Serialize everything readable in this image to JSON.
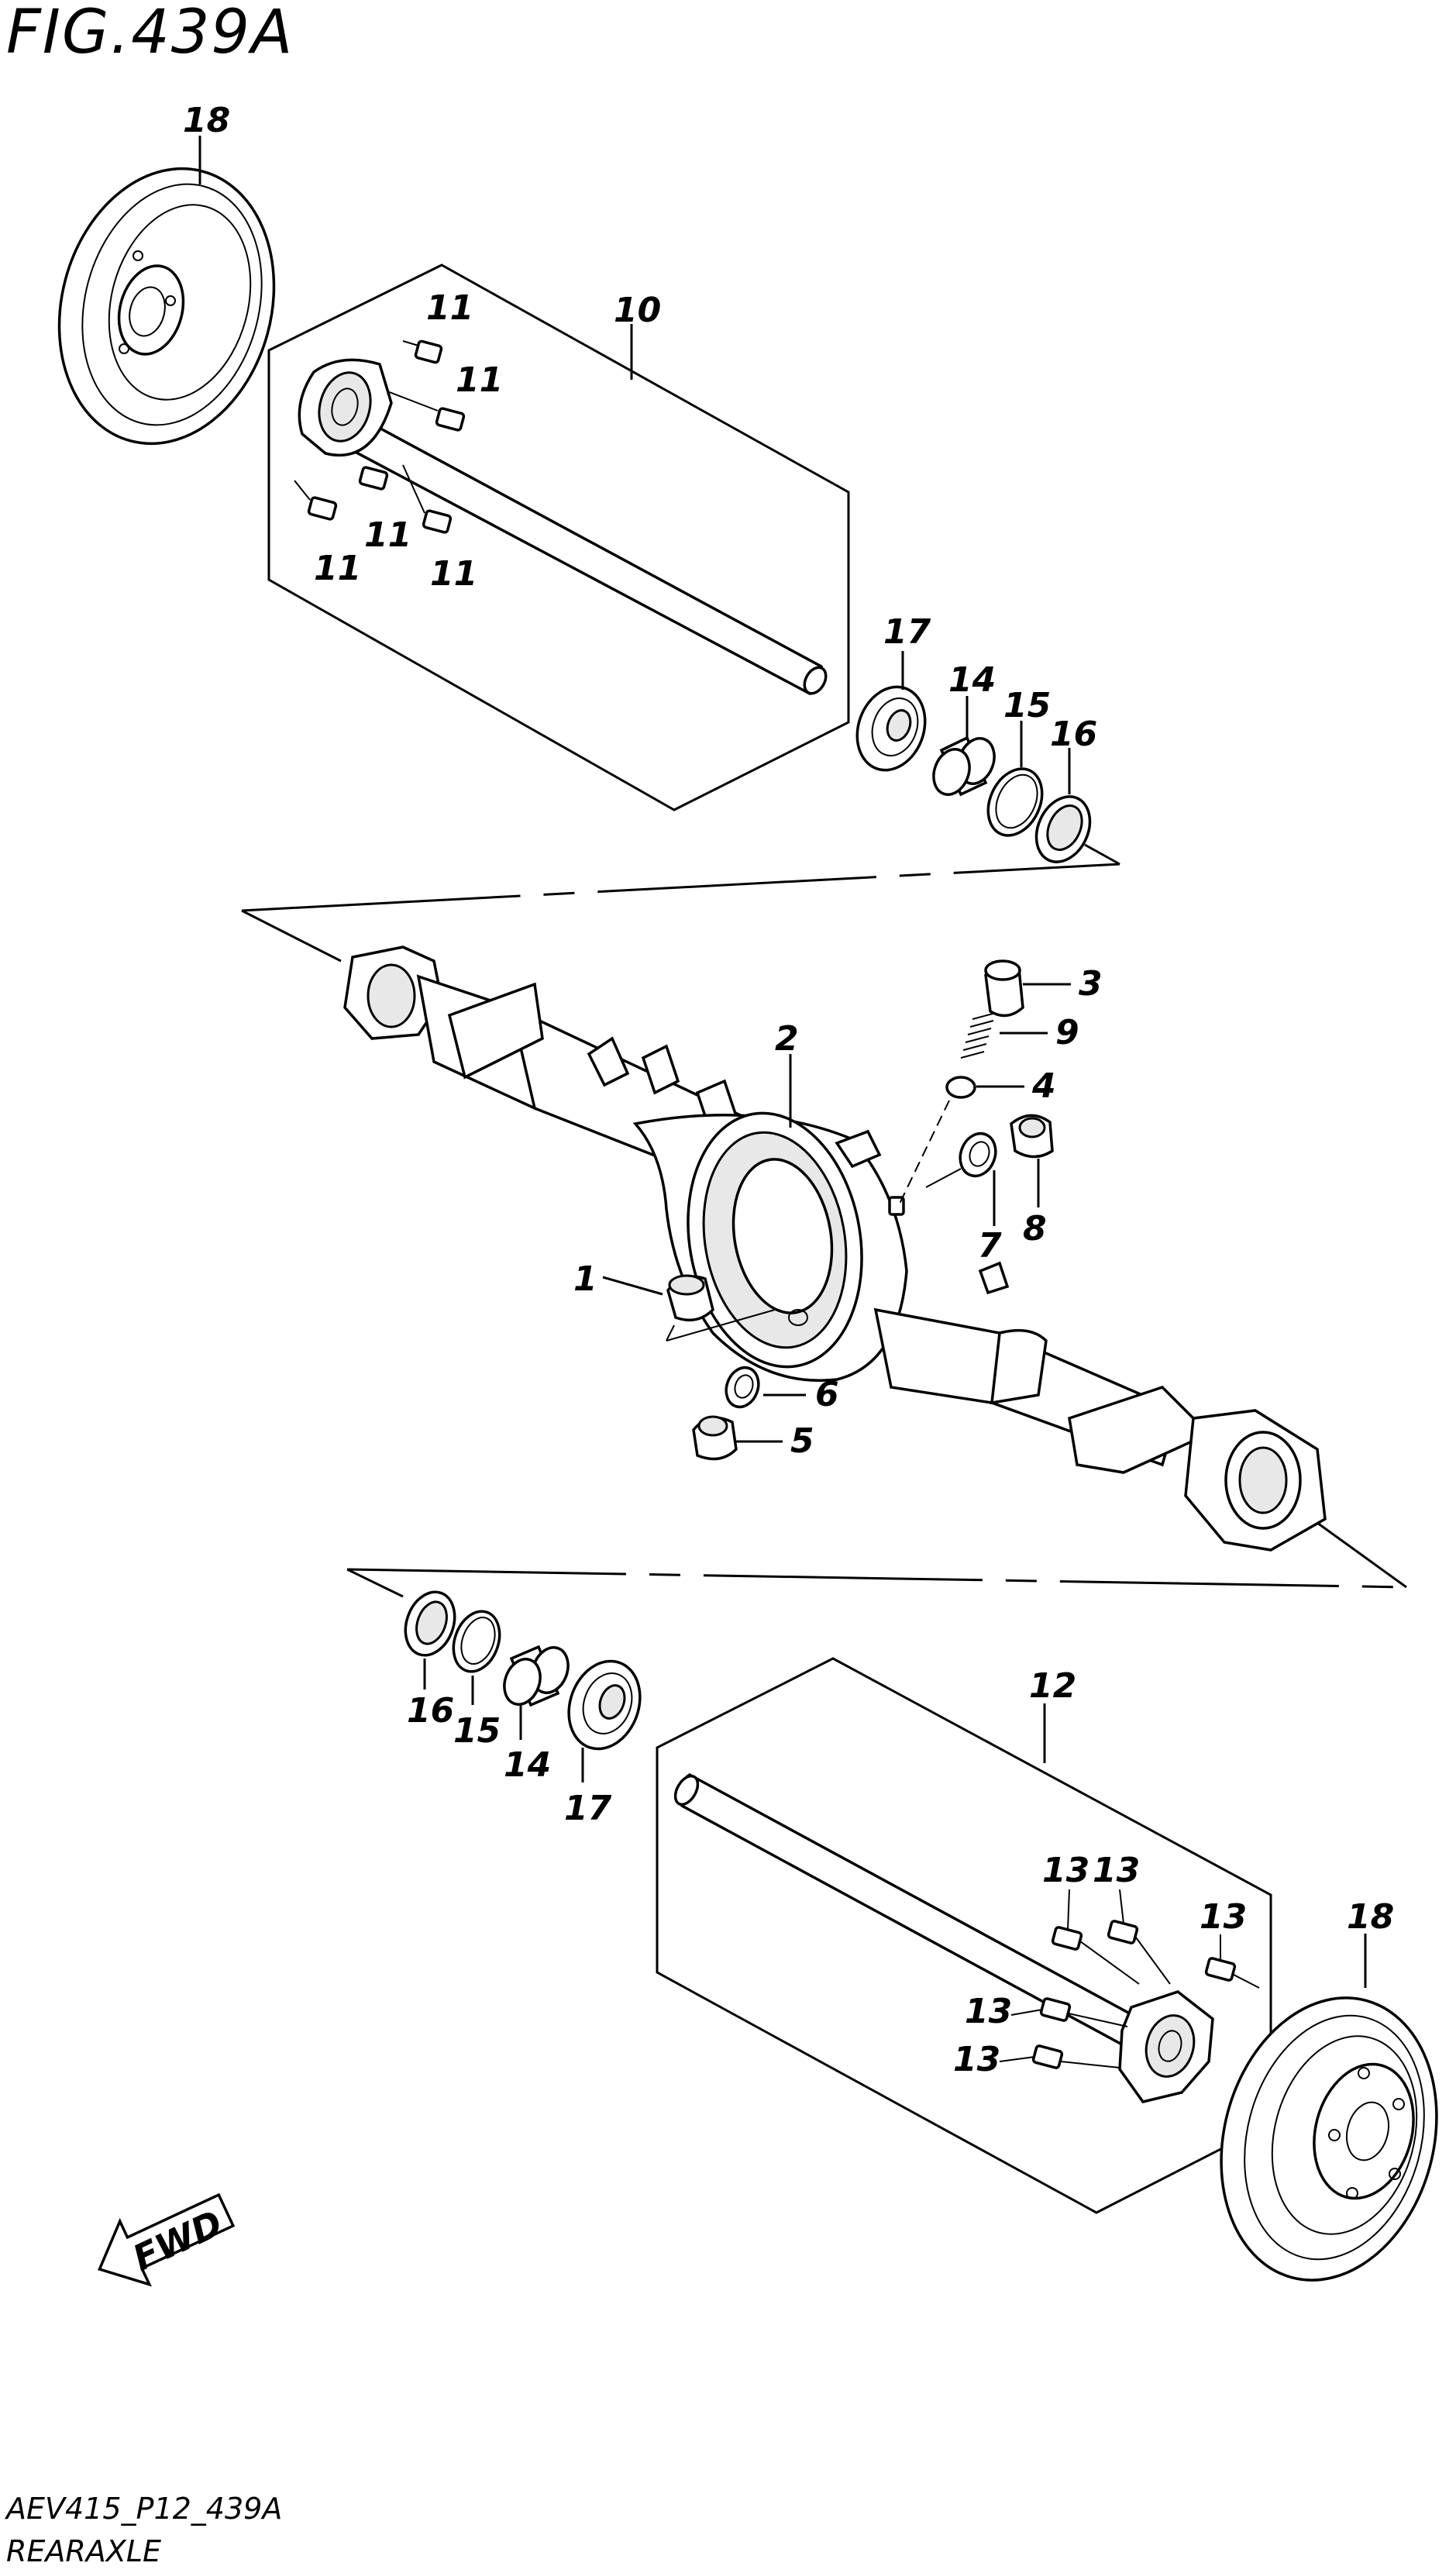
{
  "figure": {
    "title": "FIG.439A",
    "code": "AEV415_P12_439A",
    "name": "REARAXLE",
    "fwd_label": "FWD"
  },
  "callouts": {
    "c1": "1",
    "c2": "2",
    "c3": "3",
    "c4": "4",
    "c5": "5",
    "c6": "6",
    "c7": "7",
    "c8": "8",
    "c9": "9",
    "c10": "10",
    "c11a": "11",
    "c11b": "11",
    "c11c": "11",
    "c11d": "11",
    "c11e": "11",
    "c12": "12",
    "c13a": "13",
    "c13b": "13",
    "c13c": "13",
    "c13d": "13",
    "c13e": "13",
    "c14a": "14",
    "c14b": "14",
    "c15a": "15",
    "c15b": "15",
    "c16a": "16",
    "c16b": "16",
    "c17a": "17",
    "c17b": "17",
    "c18a": "18",
    "c18b": "18"
  }
}
